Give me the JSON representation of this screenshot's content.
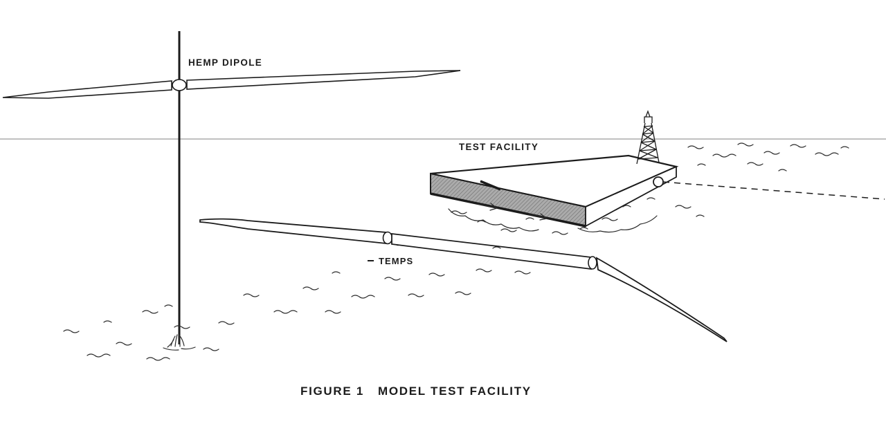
{
  "caption": {
    "figure_label": "FIGURE 1",
    "title": "MODEL TEST FACILITY"
  },
  "labels": {
    "hemp_dipole": "HEMP DIPOLE",
    "test_facility": "TEST FACILITY",
    "temps": "TEMPS"
  },
  "colors": {
    "background": "#ffffff",
    "ink": "#1b1b1b",
    "horizon_gray": "#9a9a9a",
    "platform_face_gray": "#ababab"
  }
}
